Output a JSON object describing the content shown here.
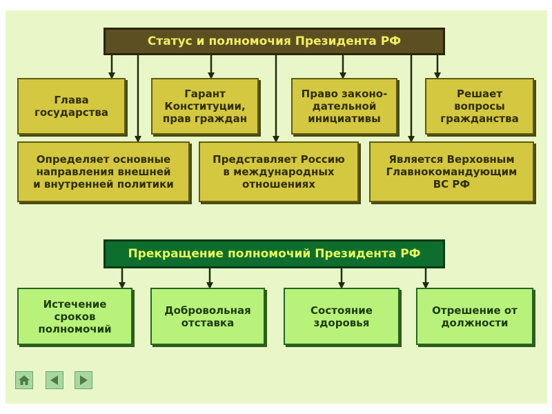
{
  "top_section": {
    "header": "Статус и полномочия Президента РФ",
    "row1": [
      "Глава\nгосударства",
      "Гарант\nКонституции,\nправ граждан",
      "Право законо-\nдательной\nинициативы",
      "Решает\nвопросы\nгражданства"
    ],
    "row2": [
      "Определяет основные\nнаправления внешней\nи внутренней политики",
      "Представляет Россию\nв международных\nотношениях",
      "Является Верховным\nГлавнокомандующим\nВС РФ"
    ]
  },
  "bottom_section": {
    "header": "Прекращение полномочий Президента РФ",
    "boxes": [
      "Истечение\nсроков\nполномочий",
      "Добровольная\nотставка",
      "Состояние\nздоровья",
      "Отрешение от\nдолжности"
    ]
  },
  "nav": {
    "home_icon": "home-icon",
    "prev_icon": "left-arrow-icon",
    "next_icon": "right-arrow-icon"
  },
  "colors": {
    "slide_bg": "#e9f7c8",
    "olive_box": "#d4c840",
    "olive_header": "#5c5022",
    "olive_header_text": "#f3ed60",
    "green_box": "#b9f27a",
    "green_header": "#0e6e2d",
    "green_header_text": "#e9f95a"
  }
}
